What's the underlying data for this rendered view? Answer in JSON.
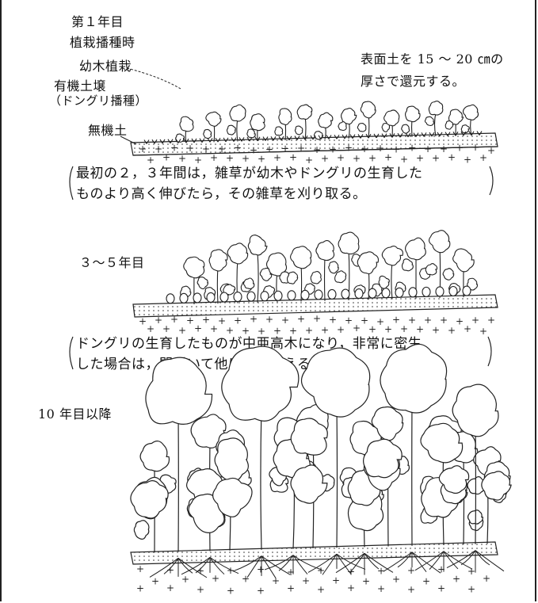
{
  "stage1": {
    "year_label": "第１年目",
    "phase_label": "植栽播種時",
    "seedling_label": "幼木植栽",
    "organic_soil_label": "有機土壌",
    "acorn_label": "（ドングリ播種）",
    "inorganic_soil_label": "無機土",
    "topsoil_note_line1": "表面土を 15 ～ 20 ㎝の",
    "topsoil_note_line2": "厚さで還元する。",
    "weeding_note_line1": "最初の２，３年間は，雑草が幼木やドングリの生育した",
    "weeding_note_line2": "ものより高く伸びたら，その雑草を刈り取る。"
  },
  "stage2": {
    "year_label": "３～５年目",
    "thinning_note_line1": "ドングリの生育したものが中亜高木になり，非常に密生",
    "thinning_note_line2": "した場合は，間引いて他に植えかえる。"
  },
  "stage3": {
    "year_label": "10 年目以降"
  }
}
